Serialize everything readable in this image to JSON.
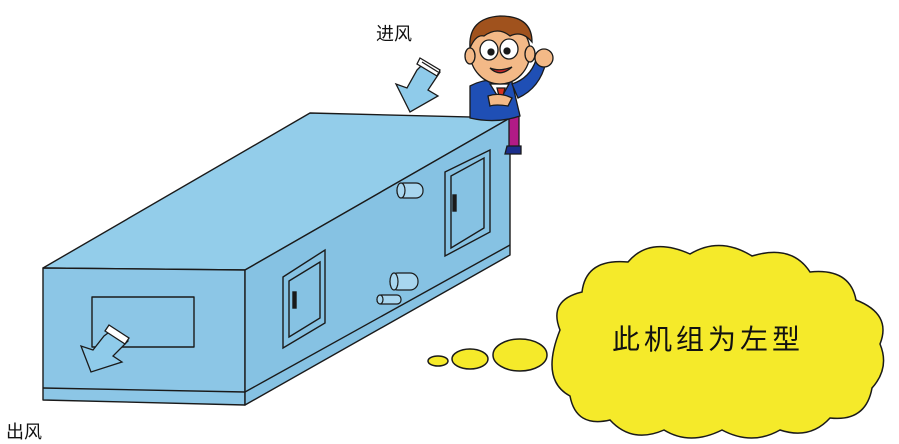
{
  "labels": {
    "inlet": "进风",
    "outlet": "出风"
  },
  "speech_bubble": {
    "text": "此机组为左型"
  },
  "colors": {
    "unit_body": "#8ec8e8",
    "unit_top": "#92cdea",
    "bubble_fill": "#f5ea2a",
    "arrow_fill": "#8fcbea"
  },
  "icons": [
    "airflow-arrow-icon",
    "cartoon-boy-icon",
    "door-handle-icon",
    "pipe-connector-icon"
  ]
}
